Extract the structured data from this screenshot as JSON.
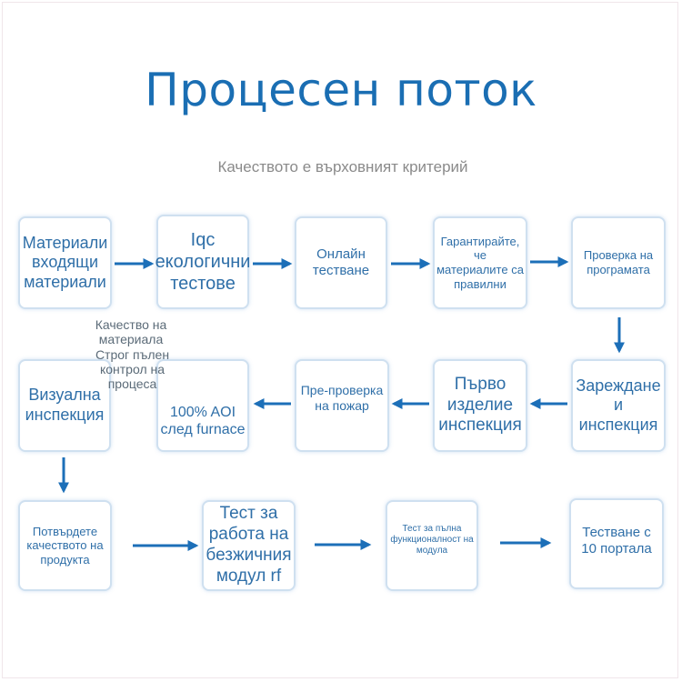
{
  "title": "Процесен поток",
  "subtitle": "Качеството е върховният критерий",
  "steps": {
    "s1": "Материали входящи материали",
    "s2": "Iqc екологични тестове",
    "s3": "Онлайн тестване",
    "s4": "Гарантирайте, че материалите са правилни",
    "s5": "Проверка на програмата",
    "s6": "Зареждане и инспекция",
    "s7": "Първо изделие инспекция",
    "s8": "Пре-проверка на пожар",
    "s9": "100% AOI след furnace",
    "s10": "Визуална инспекция",
    "s11": "Потвърдете качеството на продукта",
    "s12": "Тест за работа на безжичния модул rf",
    "s13": "Тест за пълна функционалност на модула",
    "s14": "Тестване с 10 портала"
  },
  "overlay_text": {
    "quality_material": "Качество на материала",
    "strict_control": "Строг пълен контрол на процеса"
  },
  "colors": {
    "arrow": "#1c6fb8",
    "title": "#1a6eb3",
    "box_text": "#2f6fa8",
    "box_border": "#cfe0f0"
  }
}
